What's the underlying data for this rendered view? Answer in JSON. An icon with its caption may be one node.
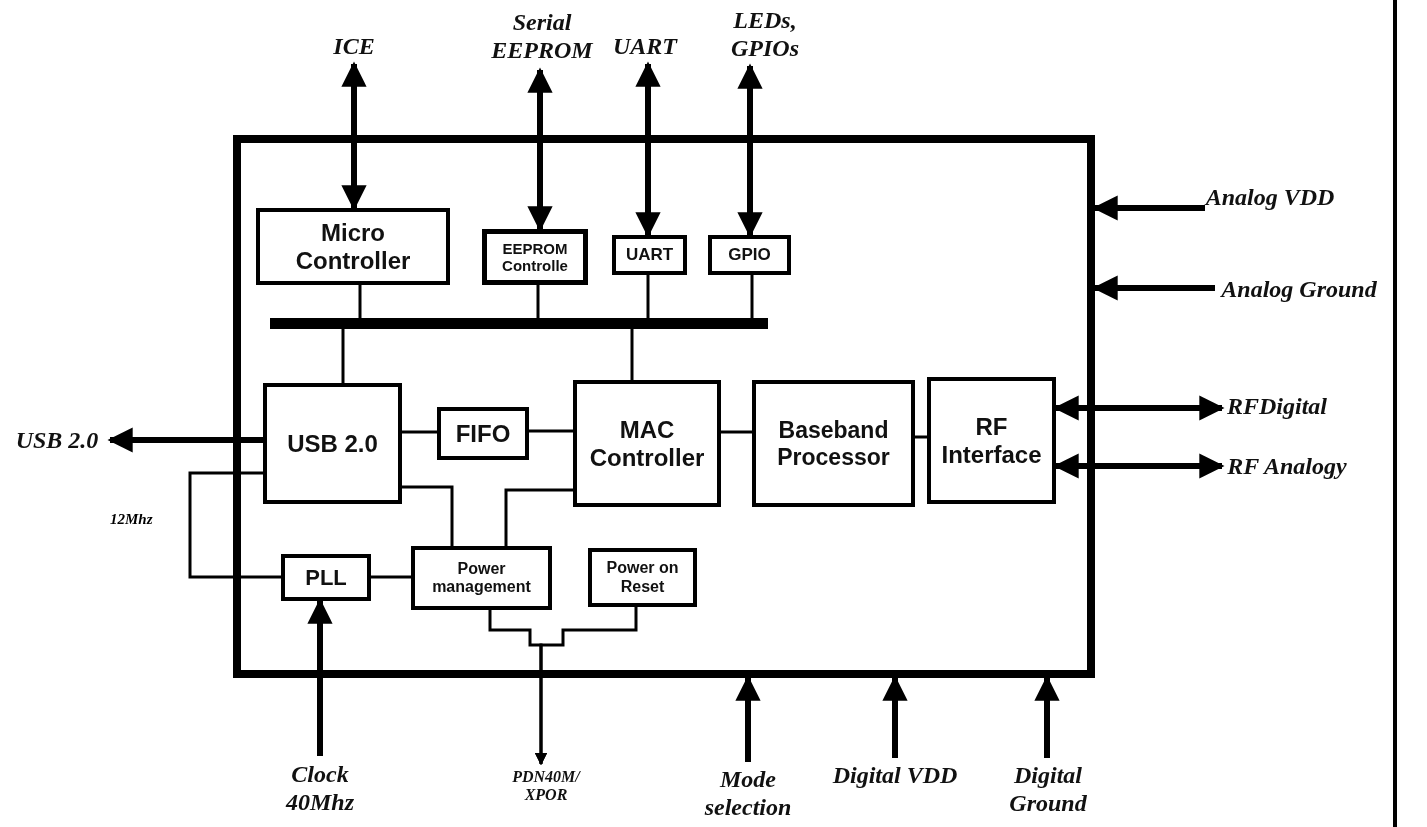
{
  "diagram": {
    "nodes": [
      {
        "text": [
          "ICE"
        ]
      },
      {
        "text": [
          "Serial EEPROM"
        ]
      },
      {
        "text": [
          "UART"
        ]
      },
      {
        "text": [
          "LEDs, GPIOs"
        ]
      },
      {
        "text": [],
        "shape": "box"
      },
      {
        "text": [
          "Micro Controller"
        ],
        "in": 4
      },
      {
        "text": [
          "EEPROM Controlle"
        ],
        "in": 4
      },
      {
        "text": [
          "UART"
        ],
        "in": 4
      },
      {
        "text": [
          "GPIO"
        ],
        "in": 4
      },
      {
        "text": [],
        "shape": "bar",
        "in": 4
      },
      {
        "text": [
          "Analog VDD"
        ]
      },
      {
        "text": [
          "Analog Ground"
        ]
      },
      {
        "text": [
          "USB 2.0"
        ]
      },
      {
        "text": [
          "USB 2.0"
        ],
        "in": 4
      },
      {
        "text": [
          "FIFO"
        ],
        "in": 4
      },
      {
        "text": [
          "MAC Controller"
        ],
        "in": 4
      },
      {
        "text": [
          "Baseband Processor"
        ],
        "in": 4
      },
      {
        "text": [
          "RF Interface"
        ],
        "in": 4
      },
      {
        "text": [
          "RFDigital"
        ]
      },
      {
        "text": [
          "RF Analogy"
        ]
      },
      {
        "text": [
          "PLL"
        ],
        "in": 4
      },
      {
        "text": [
          "Power management"
        ],
        "in": 4
      },
      {
        "text": [
          "Power on Reset"
        ],
        "in": 4
      },
      {
        "text": [
          "Clock 40Mhz"
        ]
      },
      {
        "text": [
          "PDN40M/ XPOR"
        ]
      },
      {
        "text": [
          "Mode selection"
        ]
      },
      {
        "text": [
          "Digital VDD"
        ]
      },
      {
        "text": [
          "Digital Ground"
        ]
      }
    ],
    "edges": [
      {
        "from": 0,
        "to": 5,
        "arrow": "both",
        "style": "thick"
      },
      {
        "from": 1,
        "to": 6,
        "arrow": "both",
        "style": "thick"
      },
      {
        "from": 2,
        "to": 7,
        "arrow": "both",
        "style": "thick"
      },
      {
        "from": 3,
        "to": 8,
        "arrow": "both",
        "style": "thick"
      },
      {
        "from": 5,
        "to": 9,
        "arrow": "none"
      },
      {
        "from": 6,
        "to": 9,
        "arrow": "none"
      },
      {
        "from": 7,
        "to": 9,
        "arrow": "none"
      },
      {
        "from": 8,
        "to": 9,
        "arrow": "none"
      },
      {
        "from": 9,
        "to": 13,
        "arrow": "none"
      },
      {
        "from": 9,
        "to": 15,
        "arrow": "none"
      },
      {
        "from": 10,
        "to": 4,
        "arrow": "to",
        "style": "thick"
      },
      {
        "from": 11,
        "to": 4,
        "arrow": "to",
        "style": "thick"
      },
      {
        "from": 13,
        "to": 12,
        "arrow": "to",
        "style": "thick"
      },
      {
        "from": 13,
        "to": 14,
        "arrow": "none"
      },
      {
        "from": 14,
        "to": 15,
        "arrow": "none"
      },
      {
        "from": 15,
        "to": 16,
        "arrow": "none"
      },
      {
        "from": 16,
        "to": 17,
        "arrow": "none"
      },
      {
        "from": 17,
        "to": 18,
        "arrow": "both",
        "style": "thick"
      },
      {
        "from": 17,
        "to": 19,
        "arrow": "both",
        "style": "thick"
      },
      {
        "from": 13,
        "to": 20,
        "arrow": "none",
        "label": "12Mhz"
      },
      {
        "from": 13,
        "to": 21,
        "arrow": "none"
      },
      {
        "from": 15,
        "to": 21,
        "arrow": "none"
      },
      {
        "from": 20,
        "to": 21,
        "arrow": "none"
      },
      {
        "from": 23,
        "to": 20,
        "arrow": "to",
        "style": "thick"
      },
      {
        "from": 21,
        "to": 24,
        "arrow": "to"
      },
      {
        "from": 22,
        "to": 24,
        "arrow": "to"
      },
      {
        "from": 25,
        "to": 4,
        "arrow": "to",
        "style": "thick"
      },
      {
        "from": 26,
        "to": 4,
        "arrow": "to",
        "style": "thick"
      },
      {
        "from": 27,
        "to": 4,
        "arrow": "to",
        "style": "thick"
      }
    ]
  }
}
